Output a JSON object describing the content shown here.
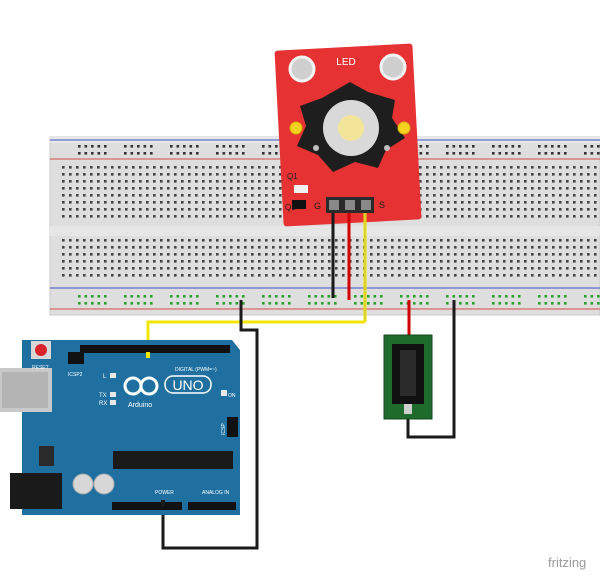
{
  "led_module": {
    "title": "LED",
    "pins": [
      "G",
      "S"
    ],
    "q_labels": [
      "Q1",
      "Q1"
    ]
  },
  "arduino": {
    "model": "UNO",
    "brand": "Arduino",
    "reset": "RESET",
    "icsp2": "ICSP2",
    "icsp": "ICSP",
    "digital": "DIGITAL (PWM=~)",
    "power": "POWER",
    "analog": "ANALOG IN",
    "on": "ON",
    "leds": [
      "L",
      "TX",
      "RX"
    ]
  },
  "watermark": "fritzing",
  "colors": {
    "board_blue": "#1d6f9f",
    "module_red": "#e23030",
    "wire_yellow": "#f2e600",
    "wire_red": "#d00000",
    "wire_black": "#1a1a1a",
    "breadboard": "#dcdcdc",
    "jack_green": "#1f6b2c"
  }
}
